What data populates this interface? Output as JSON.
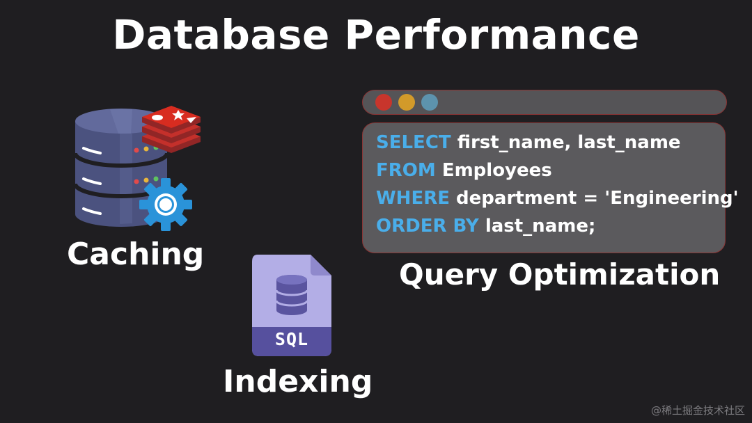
{
  "title": "Database Performance",
  "sections": {
    "caching": {
      "label": "Caching"
    },
    "indexing": {
      "label": "Indexing",
      "file_badge": "SQL"
    },
    "query_optimization": {
      "label": "Query Optimization"
    }
  },
  "window": {
    "dots": [
      {
        "name": "red-dot",
        "color": "#c8352c"
      },
      {
        "name": "yellow-dot",
        "color": "#d29a2a"
      },
      {
        "name": "blue-dot",
        "color": "#5d93ad"
      }
    ]
  },
  "code": {
    "lines": [
      {
        "keyword": "SELECT",
        "rest": " first_name, last_name"
      },
      {
        "keyword": "FROM",
        "rest": " Employees"
      },
      {
        "keyword": "WHERE",
        "rest": " department = 'Engineering'"
      },
      {
        "keyword": "ORDER BY",
        "rest": " last_name;"
      }
    ]
  },
  "watermark": "@稀土掘金技术社区",
  "colors": {
    "background": "#1f1e21",
    "keyword": "#4aaeea",
    "panel": "#5b5a5d",
    "panel_border": "#8a3434",
    "database": "#4b527f",
    "sql_file": "#b3aee6",
    "gear": "#2a93d9",
    "redis": "#c4302b"
  },
  "icons": {
    "database": "database-icon",
    "redis": "redis-logo-icon",
    "gear": "gear-icon",
    "sql_file": "sql-file-icon"
  }
}
